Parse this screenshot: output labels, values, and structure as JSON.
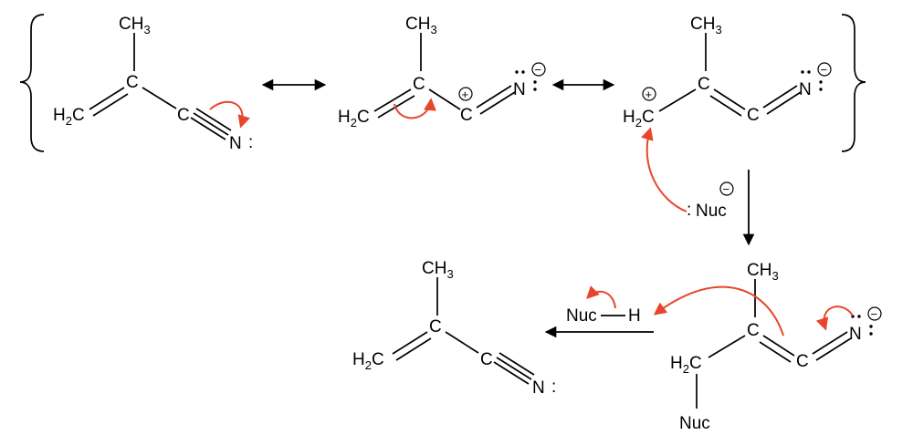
{
  "labels": {
    "ch3": "CH",
    "ch3_sub": "3",
    "h2": "H",
    "h2_sub": "2",
    "c": "C",
    "n": "N",
    "nuc": "Nuc",
    "h": "H",
    "lone_pair": ":",
    "plus": "+",
    "minus": "−"
  },
  "colors": {
    "ink": "#000000",
    "curved_arrow": "#e8452c",
    "background": "#ffffff"
  },
  "structures": [
    "resonance-form-1-nitrile",
    "resonance-form-2-nitrilium-cation",
    "resonance-form-3-allyl-cation",
    "intermediate-ketenimine-anion",
    "product-nitrile"
  ]
}
